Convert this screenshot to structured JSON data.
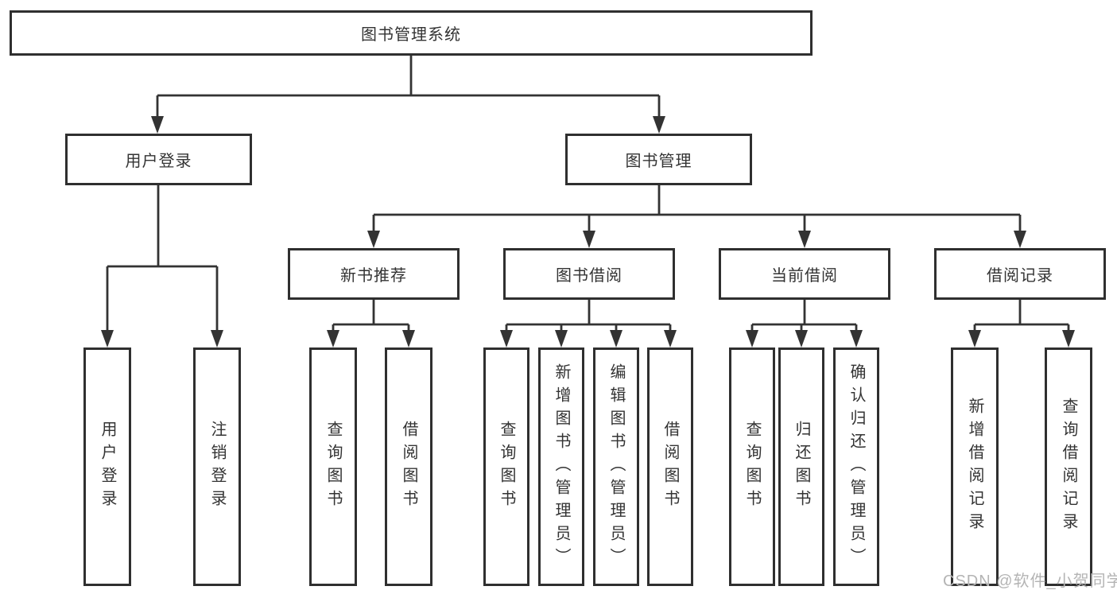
{
  "diagram": {
    "title_node": {
      "label": "图书管理系统"
    },
    "level1": [
      {
        "label": "用户登录"
      },
      {
        "label": "图书管理"
      }
    ],
    "level2": [
      {
        "label": "新书推荐"
      },
      {
        "label": "图书借阅"
      },
      {
        "label": "当前借阅"
      },
      {
        "label": "借阅记录"
      }
    ],
    "leaves": {
      "user_login": [
        {
          "label": "用户登录"
        },
        {
          "label": "注销登录"
        }
      ],
      "new_book": [
        {
          "label": "查询图书"
        },
        {
          "label": "借阅图书"
        }
      ],
      "book_borrow": [
        {
          "label": "查询图书"
        },
        {
          "label": "新增图书（管理员）"
        },
        {
          "label": "编辑图书（管理员）"
        },
        {
          "label": "借阅图书"
        }
      ],
      "current_borrow": [
        {
          "label": "查询图书"
        },
        {
          "label": "归还图书"
        },
        {
          "label": "确认归还（管理员）"
        }
      ],
      "borrow_record": [
        {
          "label": "新增借阅记录"
        },
        {
          "label": "查询借阅记录"
        }
      ]
    }
  },
  "watermark": {
    "text": "CSDN @软件_小贺同学"
  },
  "colors": {
    "line": "#333333",
    "border": "#2f2f2f",
    "text": "#333333",
    "watermark": "#b4b4b4",
    "background": "#ffffff"
  }
}
